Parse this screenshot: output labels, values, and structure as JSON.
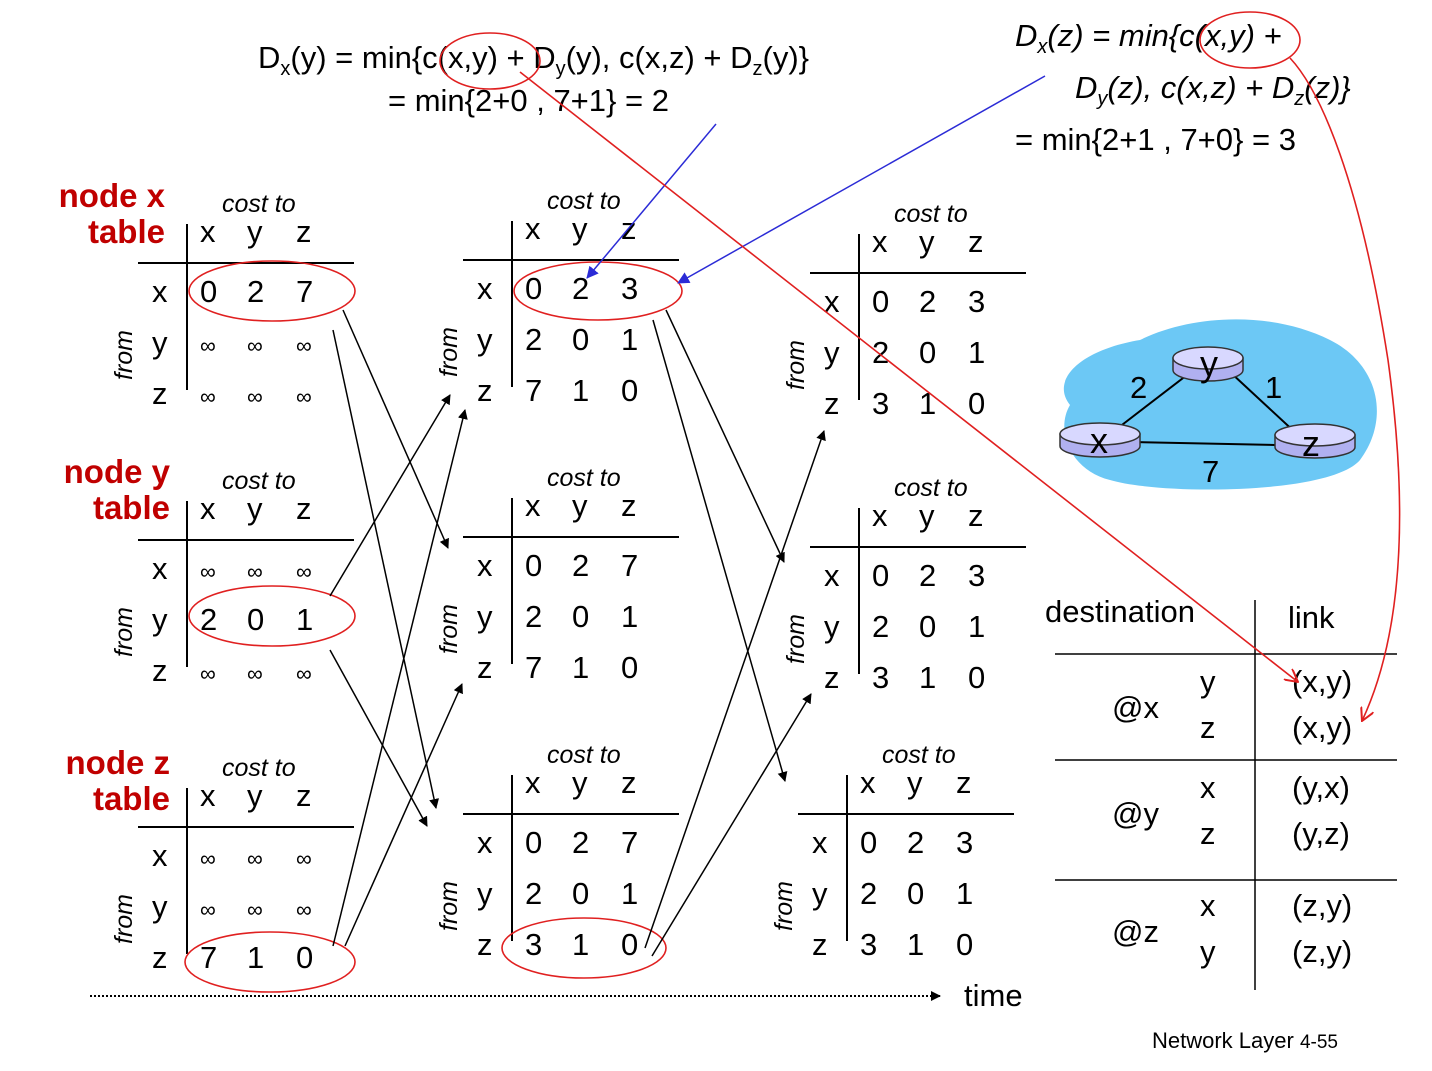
{
  "formula_left": {
    "line1_parts": [
      "D",
      "x",
      "(y) = min{c(x,y) + D",
      "y",
      "(y), c(x,z) + D",
      "z",
      "(y)}"
    ],
    "line2": "= min{2+0 , 7+1} = 2"
  },
  "formula_right": {
    "line1_parts": [
      "D",
      "x",
      "(z) = min{c(x,y) +"
    ],
    "line2_parts": [
      "D",
      "y",
      "(z), c(x,z) + D",
      "z",
      "(z)}"
    ],
    "line3": "= min{2+1 , 7+0} = 3"
  },
  "node_titles": {
    "x": [
      "node x",
      "table"
    ],
    "y": [
      "node y",
      "table"
    ],
    "z": [
      "node z",
      "table"
    ]
  },
  "table_labels": {
    "cost_to": "cost to",
    "from": "from",
    "cols": [
      "x",
      "y",
      "z"
    ],
    "rows": [
      "x",
      "y",
      "z"
    ]
  },
  "tables": {
    "t1x": [
      [
        "0",
        "2",
        "7"
      ],
      [
        "∞",
        "∞",
        "∞"
      ],
      [
        "∞",
        "∞",
        "∞"
      ]
    ],
    "t1y": [
      [
        "∞",
        "∞",
        "∞"
      ],
      [
        "2",
        "0",
        "1"
      ],
      [
        "∞",
        "∞",
        "∞"
      ]
    ],
    "t1z": [
      [
        "∞",
        "∞",
        "∞"
      ],
      [
        "∞",
        "∞",
        "∞"
      ],
      [
        "7",
        "1",
        "0"
      ]
    ],
    "t2x": [
      [
        "0",
        "2",
        "3"
      ],
      [
        "2",
        "0",
        "1"
      ],
      [
        "7",
        "1",
        "0"
      ]
    ],
    "t2y": [
      [
        "0",
        "2",
        "7"
      ],
      [
        "2",
        "0",
        "1"
      ],
      [
        "7",
        "1",
        "0"
      ]
    ],
    "t2z": [
      [
        "0",
        "2",
        "7"
      ],
      [
        "2",
        "0",
        "1"
      ],
      [
        "3",
        "1",
        "0"
      ]
    ],
    "t3x": [
      [
        "0",
        "2",
        "3"
      ],
      [
        "2",
        "0",
        "1"
      ],
      [
        "3",
        "1",
        "0"
      ]
    ],
    "t3y": [
      [
        "0",
        "2",
        "3"
      ],
      [
        "2",
        "0",
        "1"
      ],
      [
        "3",
        "1",
        "0"
      ]
    ],
    "t3z": [
      [
        "0",
        "2",
        "3"
      ],
      [
        "2",
        "0",
        "1"
      ],
      [
        "3",
        "1",
        "0"
      ]
    ]
  },
  "network": {
    "nodes": [
      "x",
      "y",
      "z"
    ],
    "link_costs": {
      "x_y": "2",
      "y_z": "1",
      "x_z": "7"
    }
  },
  "routing_table": {
    "headers": [
      "destination",
      "link"
    ],
    "groups": [
      {
        "node": "@x",
        "rows": [
          {
            "dest": "y",
            "link": "(x,y)"
          },
          {
            "dest": "z",
            "link": "(x,y)"
          }
        ]
      },
      {
        "node": "@y",
        "rows": [
          {
            "dest": "x",
            "link": "(y,x)"
          },
          {
            "dest": "z",
            "link": "(y,z)"
          }
        ]
      },
      {
        "node": "@z",
        "rows": [
          {
            "dest": "x",
            "link": "(z,y)"
          },
          {
            "dest": "y",
            "link": "(z,y)"
          }
        ]
      }
    ]
  },
  "time_label": "time",
  "footer": {
    "text": "Network Layer",
    "page": "4-55"
  },
  "colors": {
    "title_red": "#c00000",
    "ellipse_red": "#e02020",
    "arrow_blue": "#2b2bd6",
    "cloud_blue": "#6cc8f5",
    "router_fill": "#c8c8ff"
  }
}
